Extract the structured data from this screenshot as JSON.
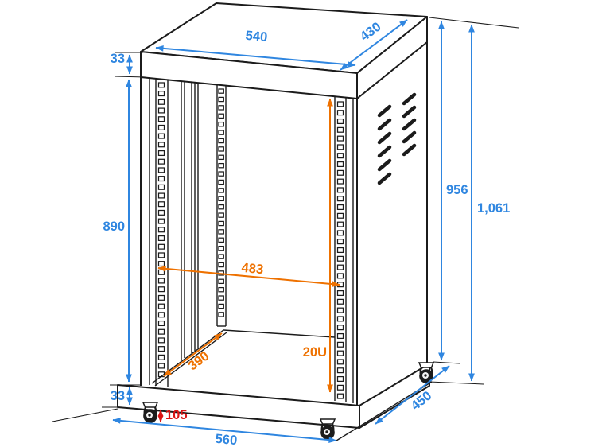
{
  "meta": {
    "description": "Isometric technical dimension drawing of a 20U studio rack cabinet on casters",
    "units_implied": "mm"
  },
  "colors": {
    "dimension_blue": "#2f86e0",
    "dimension_orange": "#ee7100",
    "dimension_red": "#dc1414",
    "line_black": "#1b1b1b",
    "background": "#ffffff"
  },
  "dimensions": {
    "top_width": "540",
    "top_depth": "430",
    "top_panel_thickness": "33",
    "opening_height": "890",
    "base_thickness": "33",
    "caster_height": "105",
    "overall_width": "560",
    "overall_depth": "450",
    "height_without_casters": "956",
    "overall_height": "1,061",
    "rail_spacing": "483",
    "inner_depth": "390",
    "rack_units": "20U"
  }
}
